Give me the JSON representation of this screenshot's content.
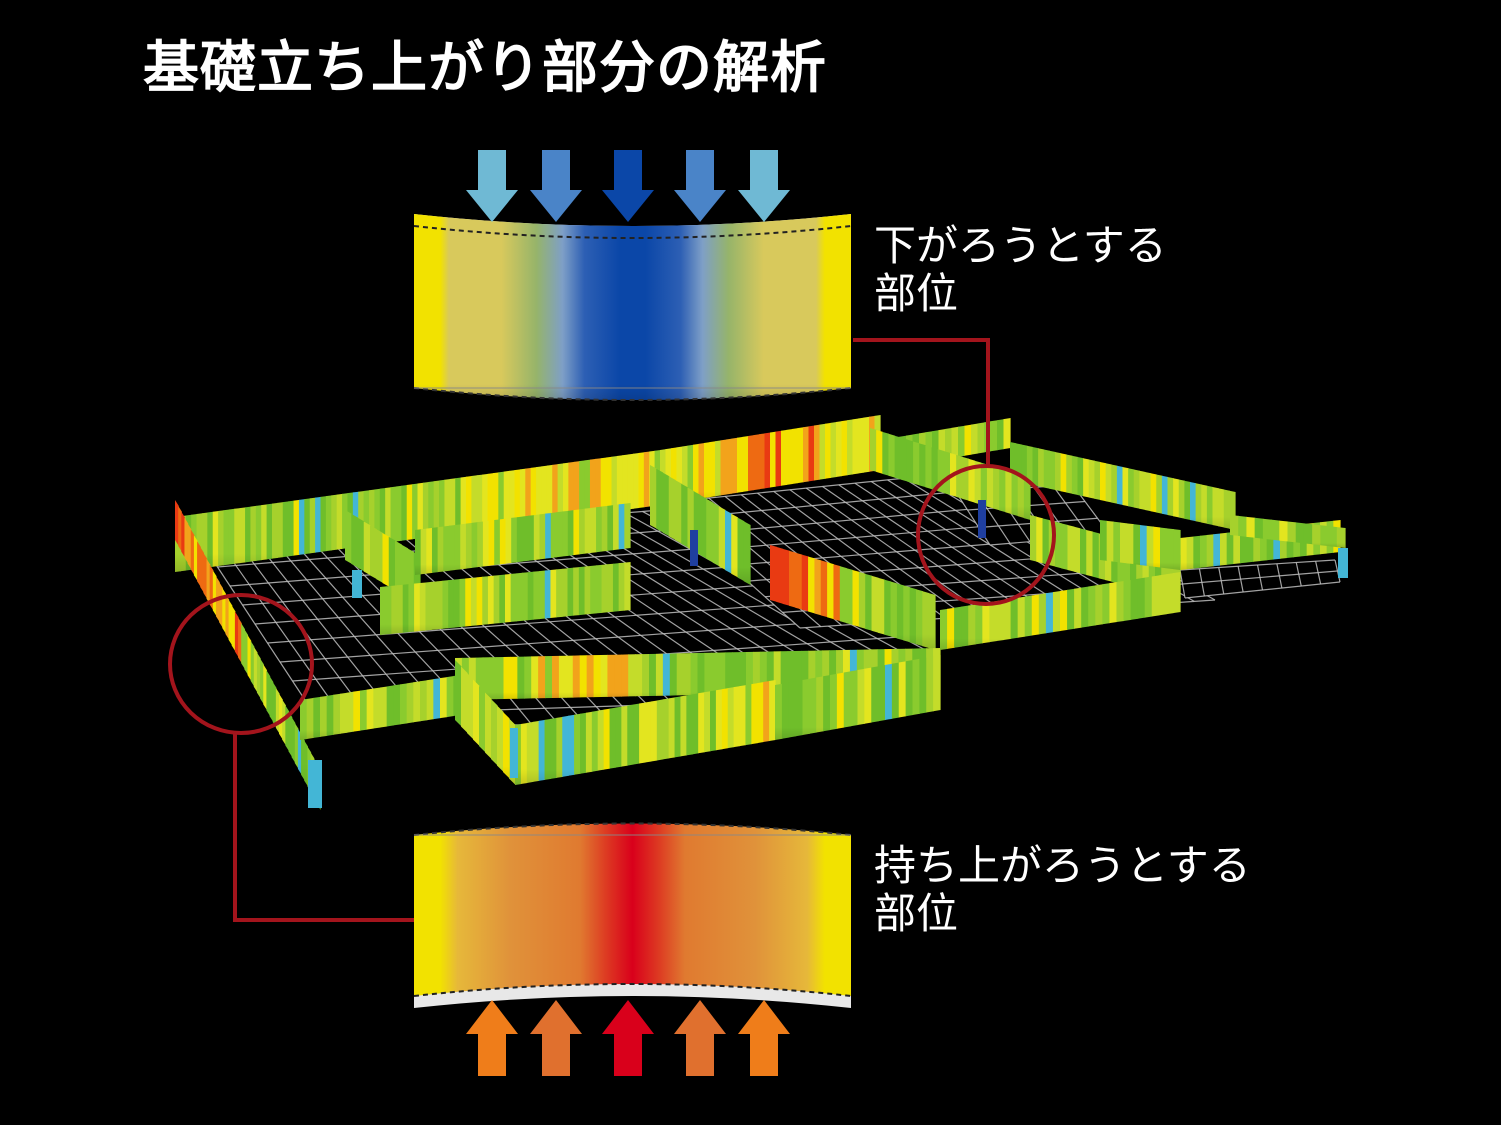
{
  "title": "基礎立ち上がり部分の解析",
  "annotations": {
    "sinking": {
      "line1": "下がろうとする",
      "line2": "部位"
    },
    "lifting": {
      "line1": "持ち上がろうとする",
      "line2": "部位"
    }
  },
  "colors": {
    "background": "#000000",
    "callout_line": "#a3141c",
    "sinking_gradient": [
      "#f2e200",
      "#d8c95c",
      "#96b46a",
      "#6f8fc9",
      "#0b47a8"
    ],
    "lifting_gradient": [
      "#f2e200",
      "#e0a530",
      "#e07a30",
      "#d9001b"
    ],
    "sinking_arrows": [
      "#6fb9d4",
      "#4a84c8",
      "#0b47a8",
      "#4a84c8",
      "#6fb9d4"
    ],
    "lifting_arrows": [
      "#ef7d1a",
      "#e0702e",
      "#d9001b",
      "#e0702e",
      "#ef7d1a"
    ],
    "wall_palette": [
      "#6fbe2a",
      "#8acb2e",
      "#a6d12c",
      "#c4dc2a",
      "#e3e51f",
      "#f2e200",
      "#f2a31b",
      "#ee6a12",
      "#e93a12",
      "#43b6d6",
      "#1f3fa0"
    ],
    "floor": "#000000",
    "grid": "#bfbfbf"
  },
  "icons": [
    "down-arrow-icon",
    "up-arrow-icon"
  ]
}
